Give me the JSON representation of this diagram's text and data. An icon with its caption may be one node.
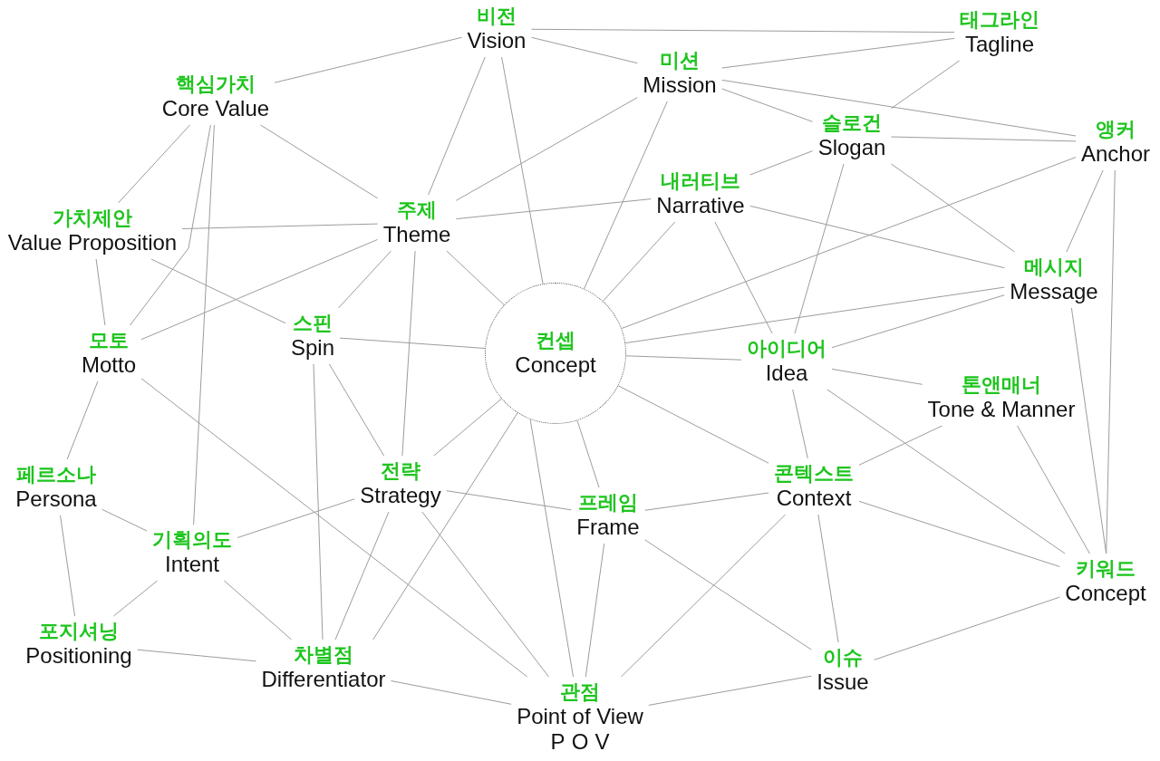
{
  "diagram": {
    "nodes": [
      {
        "text": [
          "비전",
          "Vision"
        ]
      },
      {
        "text": [
          "태그라인",
          "Tagline"
        ]
      },
      {
        "text": [
          "핵심가치",
          "Core Value"
        ]
      },
      {
        "text": [
          "미션",
          "Mission"
        ]
      },
      {
        "text": [
          "슬로건",
          "Slogan"
        ]
      },
      {
        "text": [
          "앵커",
          "Anchor"
        ]
      },
      {
        "text": [
          "내러티브",
          "Narrative"
        ]
      },
      {
        "text": [
          "가치제안",
          "Value Proposition"
        ]
      },
      {
        "text": [
          "주제",
          "Theme"
        ]
      },
      {
        "text": [
          "메시지",
          "Message"
        ]
      },
      {
        "text": [
          "모토",
          "Motto"
        ]
      },
      {
        "text": [
          "스핀",
          "Spin"
        ]
      },
      {
        "text": [
          "컨셉",
          "Concept"
        ]
      },
      {
        "text": [
          "아이디어",
          "Idea"
        ]
      },
      {
        "text": [
          "톤앤매너",
          "Tone & Manner"
        ]
      },
      {
        "text": [
          "페르소나",
          "Persona"
        ]
      },
      {
        "text": [
          "전략",
          "Strategy"
        ]
      },
      {
        "text": [
          "프레임",
          "Frame"
        ]
      },
      {
        "text": [
          "콘텍스트",
          "Context"
        ]
      },
      {
        "text": [
          "기획의도",
          "Intent"
        ]
      },
      {
        "text": [
          "키워드",
          "Concept"
        ]
      },
      {
        "text": [
          "포지셔닝",
          "Positioning"
        ]
      },
      {
        "text": [
          "차별점",
          "Differentiator"
        ]
      },
      {
        "text": [
          "이슈",
          "Issue"
        ]
      },
      {
        "text": [
          "관점",
          "Point of View",
          "POV"
        ]
      }
    ],
    "edges": [
      {
        "from": 0,
        "to": 2,
        "arrow": "none"
      },
      {
        "from": 0,
        "to": 1,
        "arrow": "none"
      },
      {
        "from": 0,
        "to": 3,
        "arrow": "none"
      },
      {
        "from": 0,
        "to": 8,
        "arrow": "none"
      },
      {
        "from": 0,
        "to": 12,
        "arrow": "none"
      },
      {
        "from": 3,
        "to": 1,
        "arrow": "none"
      },
      {
        "from": 3,
        "to": 5,
        "arrow": "none"
      },
      {
        "from": 3,
        "to": 4,
        "arrow": "none"
      },
      {
        "from": 3,
        "to": 8,
        "arrow": "none"
      },
      {
        "from": 3,
        "to": 12,
        "arrow": "none"
      },
      {
        "from": 1,
        "to": 4,
        "arrow": "none"
      },
      {
        "from": 2,
        "to": 7,
        "arrow": "none"
      },
      {
        "from": 2,
        "to": 10,
        "arrow": "none"
      },
      {
        "from": 2,
        "to": 19,
        "arrow": "none"
      },
      {
        "from": 2,
        "to": 8,
        "arrow": "none"
      },
      {
        "from": 7,
        "to": 8,
        "arrow": "none"
      },
      {
        "from": 7,
        "to": 10,
        "arrow": "none"
      },
      {
        "from": 7,
        "to": 11,
        "arrow": "none"
      },
      {
        "from": 8,
        "to": 10,
        "arrow": "none"
      },
      {
        "from": 8,
        "to": 6,
        "arrow": "none"
      },
      {
        "from": 8,
        "to": 11,
        "arrow": "none"
      },
      {
        "from": 8,
        "to": 16,
        "arrow": "none"
      },
      {
        "from": 8,
        "to": 12,
        "arrow": "none"
      },
      {
        "from": 6,
        "to": 4,
        "arrow": "none"
      },
      {
        "from": 6,
        "to": 9,
        "arrow": "none"
      },
      {
        "from": 6,
        "to": 12,
        "arrow": "none"
      },
      {
        "from": 6,
        "to": 13,
        "arrow": "none"
      },
      {
        "from": 4,
        "to": 5,
        "arrow": "none"
      },
      {
        "from": 4,
        "to": 13,
        "arrow": "none"
      },
      {
        "from": 4,
        "to": 9,
        "arrow": "none"
      },
      {
        "from": 5,
        "to": 12,
        "arrow": "none"
      },
      {
        "from": 5,
        "to": 9,
        "arrow": "none"
      },
      {
        "from": 5,
        "to": 20,
        "arrow": "none"
      },
      {
        "from": 9,
        "to": 12,
        "arrow": "none"
      },
      {
        "from": 9,
        "to": 13,
        "arrow": "none"
      },
      {
        "from": 9,
        "to": 20,
        "arrow": "none"
      },
      {
        "from": 10,
        "to": 15,
        "arrow": "none"
      },
      {
        "from": 10,
        "to": 24,
        "arrow": "none"
      },
      {
        "from": 11,
        "to": 12,
        "arrow": "none"
      },
      {
        "from": 11,
        "to": 22,
        "arrow": "none"
      },
      {
        "from": 11,
        "to": 16,
        "arrow": "none"
      },
      {
        "from": 12,
        "to": 13,
        "arrow": "none"
      },
      {
        "from": 12,
        "to": 18,
        "arrow": "none"
      },
      {
        "from": 12,
        "to": 17,
        "arrow": "none"
      },
      {
        "from": 12,
        "to": 24,
        "arrow": "none"
      },
      {
        "from": 12,
        "to": 22,
        "arrow": "none"
      },
      {
        "from": 12,
        "to": 16,
        "arrow": "none"
      },
      {
        "from": 13,
        "to": 14,
        "arrow": "none"
      },
      {
        "from": 13,
        "to": 18,
        "arrow": "none"
      },
      {
        "from": 13,
        "to": 20,
        "arrow": "none"
      },
      {
        "from": 14,
        "to": 18,
        "arrow": "none"
      },
      {
        "from": 14,
        "to": 20,
        "arrow": "none"
      },
      {
        "from": 16,
        "to": 19,
        "arrow": "none"
      },
      {
        "from": 16,
        "to": 17,
        "arrow": "none"
      },
      {
        "from": 16,
        "to": 22,
        "arrow": "none"
      },
      {
        "from": 16,
        "to": 24,
        "arrow": "none"
      },
      {
        "from": 17,
        "to": 18,
        "arrow": "none"
      },
      {
        "from": 17,
        "to": 23,
        "arrow": "none"
      },
      {
        "from": 17,
        "to": 24,
        "arrow": "none"
      },
      {
        "from": 18,
        "to": 20,
        "arrow": "none"
      },
      {
        "from": 18,
        "to": 24,
        "arrow": "none"
      },
      {
        "from": 18,
        "to": 23,
        "arrow": "none"
      },
      {
        "from": 15,
        "to": 19,
        "arrow": "none"
      },
      {
        "from": 15,
        "to": 21,
        "arrow": "none"
      },
      {
        "from": 19,
        "to": 21,
        "arrow": "none"
      },
      {
        "from": 19,
        "to": 22,
        "arrow": "none"
      },
      {
        "from": 20,
        "to": 23,
        "arrow": "none"
      },
      {
        "from": 21,
        "to": 22,
        "arrow": "none"
      },
      {
        "from": 22,
        "to": 24,
        "arrow": "none"
      },
      {
        "from": 23,
        "to": 24,
        "arrow": "none"
      }
    ]
  }
}
